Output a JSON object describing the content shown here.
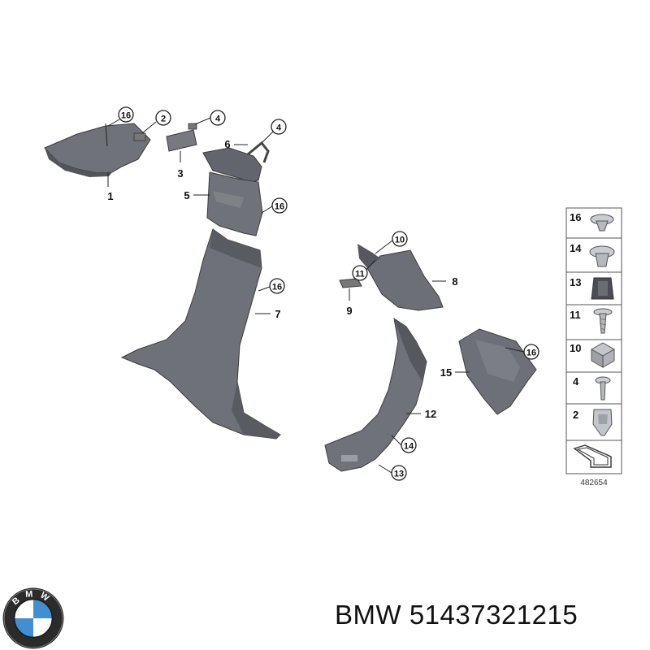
{
  "callouts": {
    "c1": "1",
    "c2": "2",
    "c3": "3",
    "c4a": "4",
    "c4b": "4",
    "c5": "5",
    "c6": "6",
    "c7": "7",
    "c8": "8",
    "c9": "9",
    "c10": "10",
    "c11": "11",
    "c12": "12",
    "c13": "13",
    "c14": "14",
    "c15": "15",
    "c16a": "16",
    "c16b": "16",
    "c16c": "16",
    "c16d": "16"
  },
  "legend": {
    "items": [
      "16",
      "14",
      "13",
      "11",
      "10",
      "4",
      "2"
    ],
    "reference": "482654"
  },
  "caption": {
    "brand": "BMW",
    "part_number": "51437321215"
  },
  "logo": {
    "letters": "BMW",
    "colors": {
      "blue": "#3f8fd2",
      "white": "#ffffff",
      "black": "#1a1a1a",
      "ring": "#2b2b2b"
    }
  },
  "colors": {
    "trim_fill": "#6f7379",
    "trim_dark": "#4f5358",
    "trim_light": "#8a8e94"
  }
}
